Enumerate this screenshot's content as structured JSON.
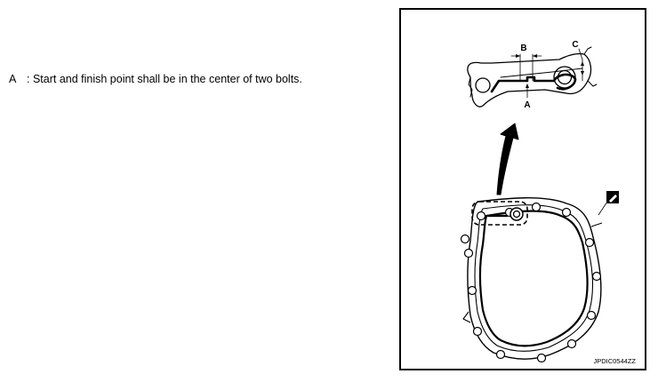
{
  "legend": {
    "key": "A",
    "text": ":  Start and finish point shall be in the center of two bolts."
  },
  "figure": {
    "callouts": {
      "a": "A",
      "b": "B",
      "c": "C"
    },
    "figure_code": "JPDIC0544ZZ",
    "icons": [
      "sealant-application-icon"
    ]
  }
}
